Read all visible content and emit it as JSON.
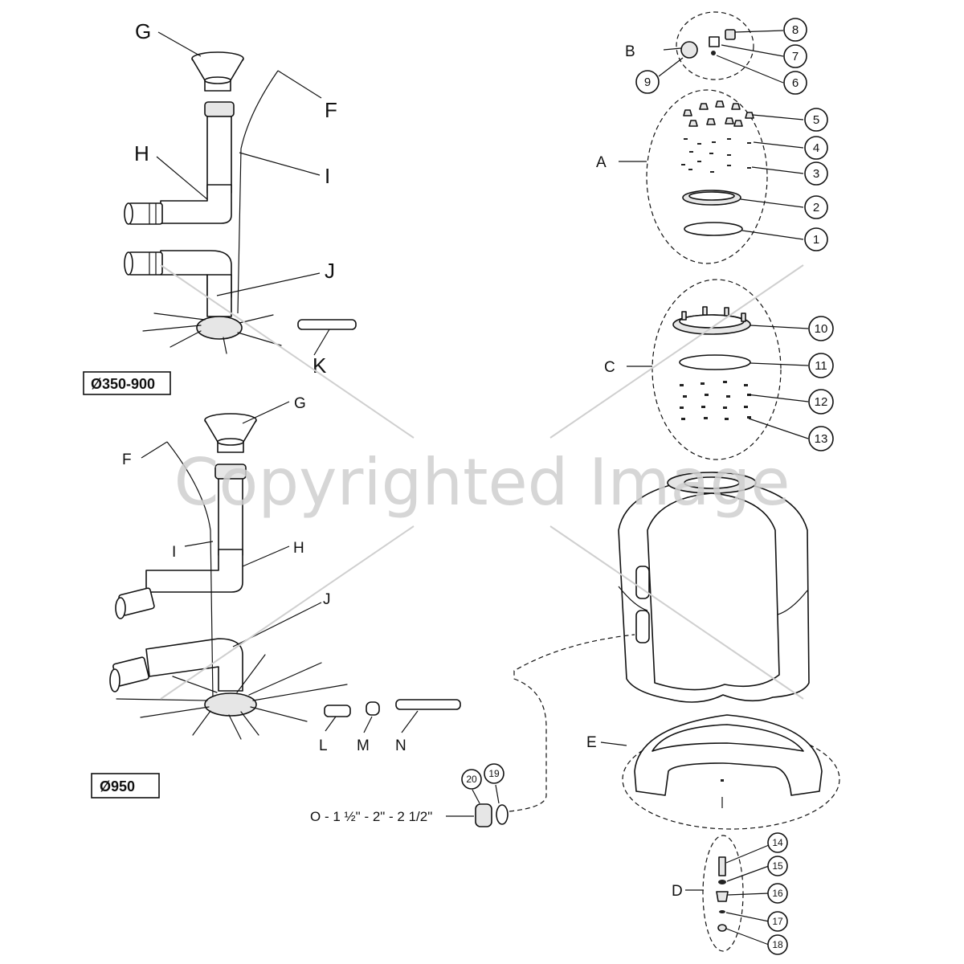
{
  "watermark": "Copyrighted Image",
  "size_labels": {
    "top": "Ø350-900",
    "bottom": "Ø950"
  },
  "upper_assembly_labels": {
    "G": "G",
    "F": "F",
    "H": "H",
    "I": "I",
    "J": "J",
    "K": "K"
  },
  "lower_assembly_labels": {
    "G": "G",
    "F": "F",
    "I": "I",
    "H": "H",
    "J": "J",
    "L": "L",
    "M": "M",
    "N": "N"
  },
  "group_labels": {
    "A": "A",
    "B": "B",
    "C": "C",
    "D": "D",
    "E": "E"
  },
  "connection_label": "O - 1 ½\" - 2\" - 2 1/2\"",
  "part_numbers": {
    "n1": "1",
    "n2": "2",
    "n3": "3",
    "n4": "4",
    "n5": "5",
    "n6": "6",
    "n7": "7",
    "n8": "8",
    "n9": "9",
    "n10": "10",
    "n11": "11",
    "n12": "12",
    "n13": "13",
    "n14": "14",
    "n15": "15",
    "n16": "16",
    "n17": "17",
    "n18": "18",
    "n19": "19",
    "n20": "20"
  }
}
